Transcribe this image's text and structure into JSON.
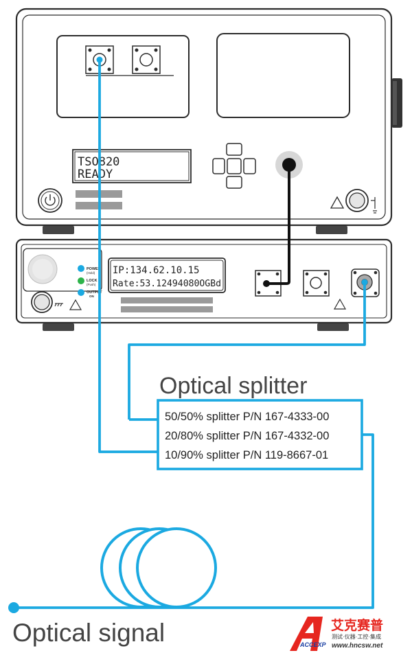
{
  "colors": {
    "fiber": "#1ba9e1",
    "outline": "#2b2b2b",
    "panel_fill": "#ffffff",
    "grey_bar": "#9a9a9a",
    "power_led": "#1ba9e1",
    "lock_led": "#2db34a",
    "output_led": "#1ba9e1",
    "jumper": "#111111",
    "brand_red": "#e6261f"
  },
  "upper_unit": {
    "display_line1": "TSO820",
    "display_line2": "READY"
  },
  "lower_unit": {
    "display_line1": "IP:134.62.10.15",
    "display_line2": "Rate:53.12494080OGBd",
    "led_power_label": "POWER",
    "led_power_sub": "(Hold)",
    "led_lock_label": "LOCK",
    "led_lock_sub": "(Push)",
    "led_output_label": "OUTPUT",
    "led_output_sub": "ON"
  },
  "splitter": {
    "title": "Optical splitter",
    "items": [
      "50/50% splitter P/N 167-4333-00",
      "20/80% splitter P/N 167-4332-00",
      "10/90% splitter P/N 119-8667-01"
    ]
  },
  "signal_label": "Optical signal",
  "logo": {
    "brand_cn": "艾克赛普",
    "slogan_cn": "测试·仪器·工控·集成",
    "url": "www.hncsw.net",
    "mark": "ACCEXP"
  }
}
